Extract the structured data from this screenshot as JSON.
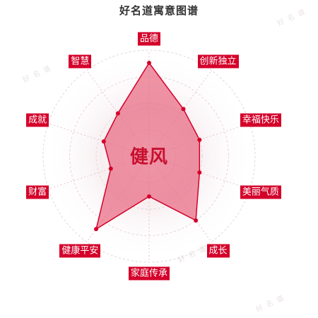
{
  "title": "好名道寓意图谱",
  "center_name": "健风",
  "watermark": "好名道",
  "colors": {
    "accent": "#d4002a",
    "fill": "#e86a82",
    "label_bg": "#d4002a"
  },
  "chart_data": {
    "type": "radar",
    "title": "好名道寓意图谱",
    "max": 100,
    "grid": true,
    "categories": [
      "品德",
      "创新独立",
      "幸福快乐",
      "美丽气质",
      "成长",
      "家庭传承",
      "健康平安",
      "财富",
      "成就",
      "智慧"
    ],
    "values": [
      88,
      55,
      50,
      50,
      75,
      38,
      85,
      38,
      45,
      50
    ]
  }
}
